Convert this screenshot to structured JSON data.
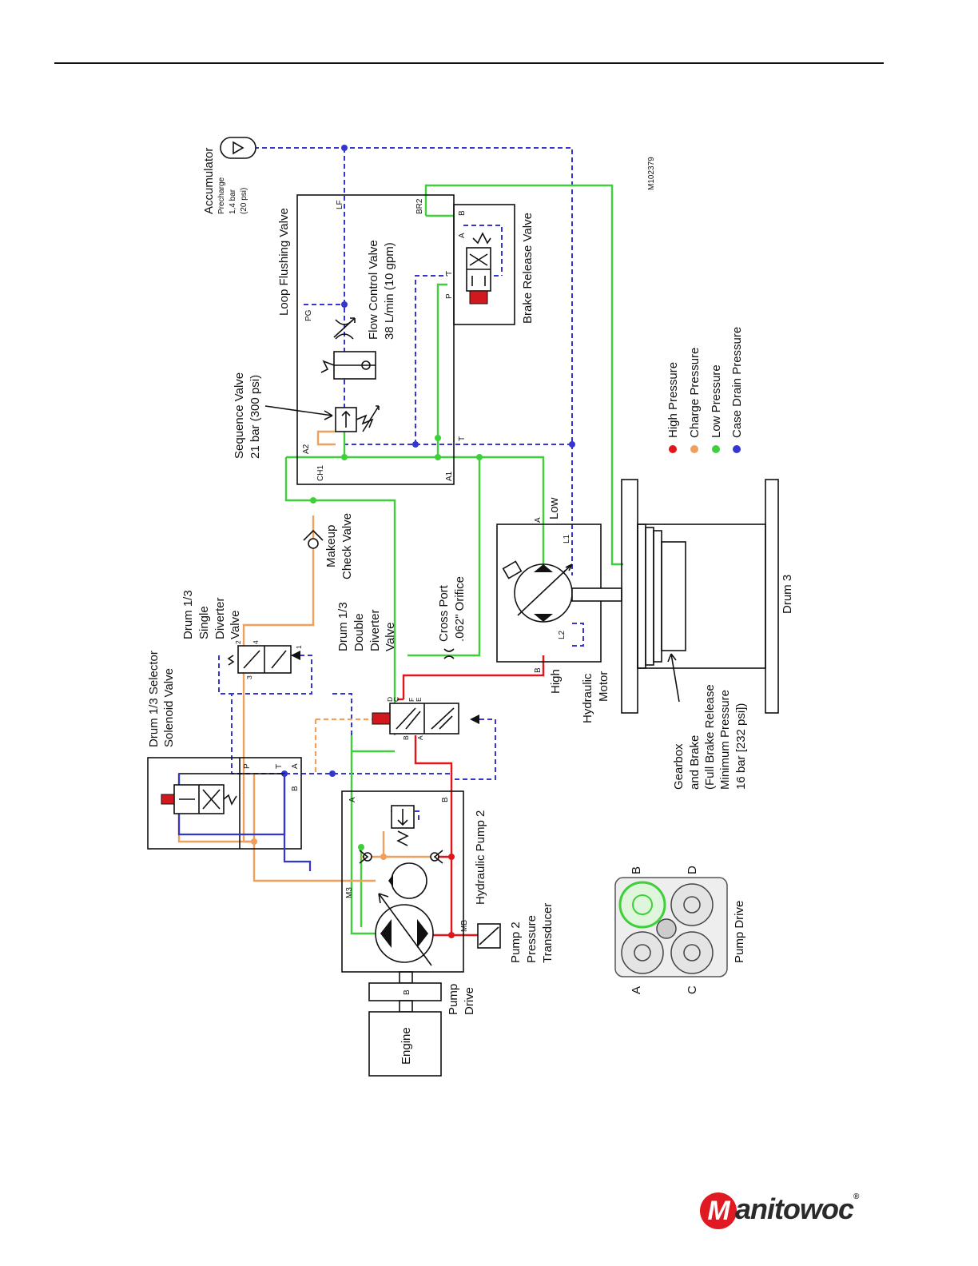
{
  "figure_id": "M102379",
  "labels": {
    "accumulator": "Accumulator",
    "precharge": "Precharge",
    "precharge_bar": "1,4 bar",
    "precharge_psi": "(20 psi)",
    "loop_flushing_valve": "Loop Flushing Valve",
    "flow_control_valve": "Flow Control Valve",
    "flow_control_rate": "38 L/min (10 gpm)",
    "brake_release_valve": "Brake Release Valve",
    "sequence_valve": "Sequence Valve",
    "sequence_pressure": "21 bar (300 psi)",
    "makeup": "Makeup",
    "check_valve": "Check Valve",
    "drum13": "Drum 1/3",
    "single": "Single",
    "diverter": "Diverter",
    "valve": "Valve",
    "double": "Double",
    "selector_line1": "Drum 1/3 Selector",
    "selector_line2": "Solenoid Valve",
    "cross_port": "Cross Port",
    "orifice": ".062\" Orifice",
    "low": "Low",
    "high": "High",
    "hydraulic": "Hydraulic",
    "motor": "Motor",
    "drum3": "Drum 3",
    "gearbox1": "Gearbox",
    "gearbox2": "and Brake",
    "gearbox3": "(Full Brake Release",
    "gearbox4": "Minimum Pressure",
    "gearbox5": "16 bar [232 psi])",
    "hydraulic_pump2": "Hydraulic Pump 2",
    "pump2_1": "Pump 2",
    "pump2_2": "Pressure",
    "pump2_3": "Transducer",
    "pump_drive_1": "Pump",
    "pump_drive_2": "Drive",
    "engine": "Engine",
    "pump_drive_photo": "Pump Drive"
  },
  "ports": {
    "lf": "LF",
    "pg": "PG",
    "br2": "BR2",
    "b": "B",
    "a": "A",
    "t": "T",
    "p": "P",
    "a2": "A2",
    "ch1": "CH1",
    "a1": "A1",
    "l1": "L1",
    "l2": "L2",
    "m3": "M3",
    "mb": "MB",
    "c": "C",
    "d": "D",
    "n1": "1",
    "n2": "2",
    "n3": "3",
    "n4": "4",
    "e": "E",
    "f": "F"
  },
  "legend": [
    {
      "label": "High Pressure",
      "color": "#e0161b"
    },
    {
      "label": "Charge Pressure",
      "color": "#f0a05a"
    },
    {
      "label": "Low Pressure",
      "color": "#3fcf3a"
    },
    {
      "label": "Case Drain Pressure",
      "color": "#3535d0"
    }
  ],
  "logo": {
    "text": "anitowoc",
    "badge": "M",
    "reg": "®"
  }
}
